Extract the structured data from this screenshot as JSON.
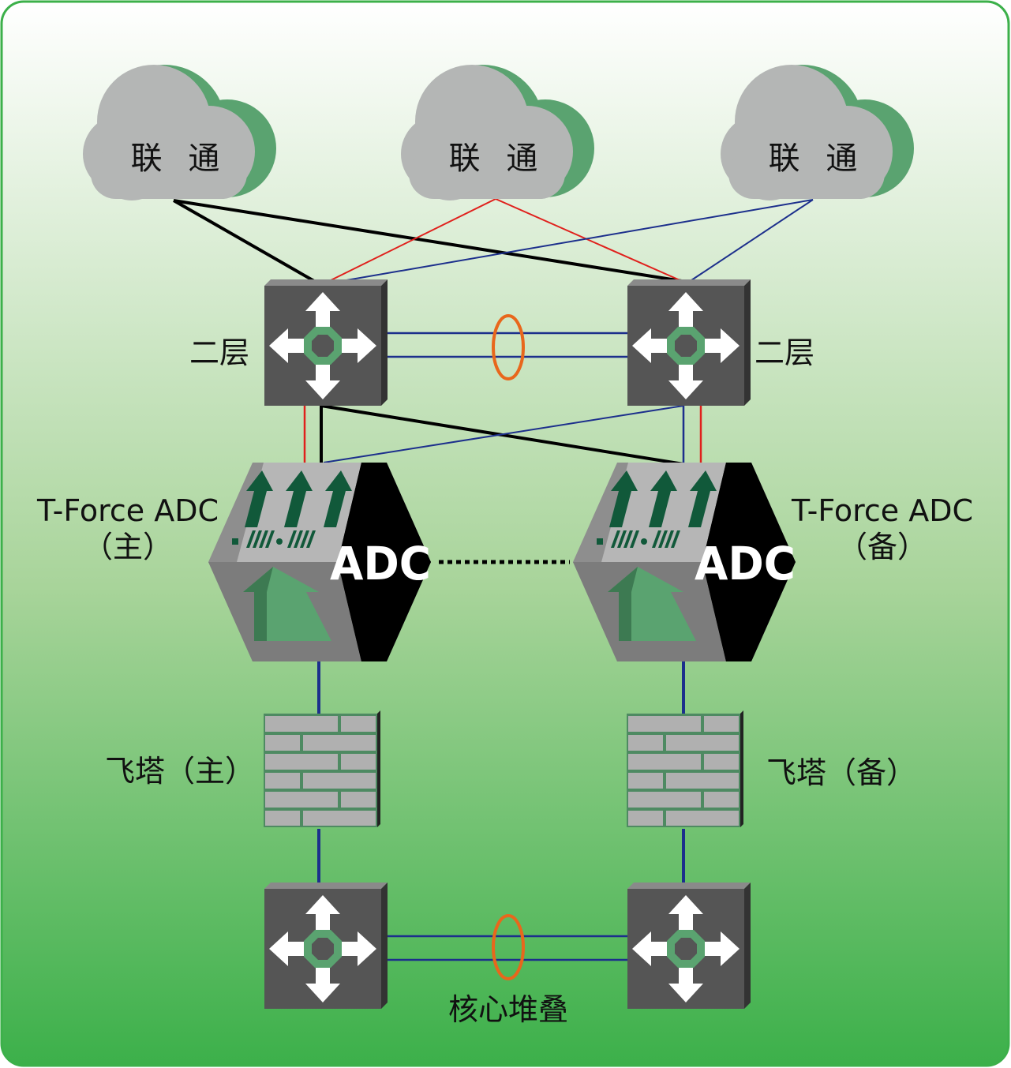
{
  "clouds": [
    {
      "label": "联 通"
    },
    {
      "label": "联 通"
    },
    {
      "label": "联 通"
    }
  ],
  "layer2": {
    "left_label": "二层",
    "right_label": "二层"
  },
  "adc": {
    "device_text": "ADC",
    "left_name": "T-Force ADC",
    "left_role": "（主）",
    "right_name": "T-Force ADC",
    "right_role": "（备）"
  },
  "firewall": {
    "left_label": "飞塔（主）",
    "right_label": "飞塔（备）"
  },
  "core": {
    "label": "核心堆叠"
  },
  "colors": {
    "border": "#3cb04a",
    "bg_top": "#ffffff",
    "bg_bottom": "#3cb04a",
    "cloud_gray": "#b4b6b5",
    "cloud_green": "#5aa370",
    "device_gray": "#555555",
    "link_black": "#000000",
    "link_red": "#e0201c",
    "link_blue": "#1c2f8c",
    "stack_ring": "#e8671c"
  }
}
